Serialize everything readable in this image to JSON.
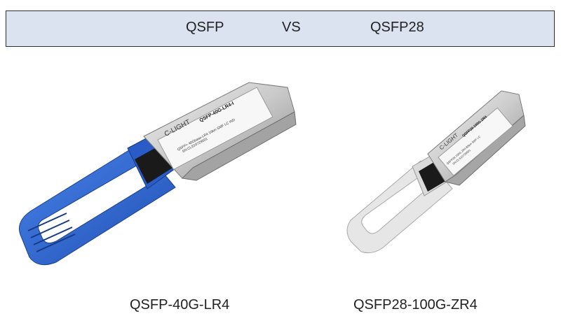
{
  "header": {
    "left_label": "QSFP",
    "vs_label": "VS",
    "right_label": "QSFP28"
  },
  "products": [
    {
      "name": "QSFP-40G-LR4",
      "brand": "C-LIGHT",
      "label_model": "QSFP-40G-LR4-I",
      "label_line": "QSFP+ 40Gbase-LR4 10km SMF LC IND",
      "label_sn": "SN:CLS10729501",
      "pull_tab_color": "#2f66d1"
    },
    {
      "name": "QSFP28-100G-ZR4",
      "brand": "C-LIGHT",
      "label_model": "QSFP28-100G-ZR4",
      "label_line": "QSFP28 100G ZR4 80km SMF LC",
      "label_sn": "SN:CLS10729501",
      "pull_tab_color": "#e8e8e8"
    }
  ]
}
